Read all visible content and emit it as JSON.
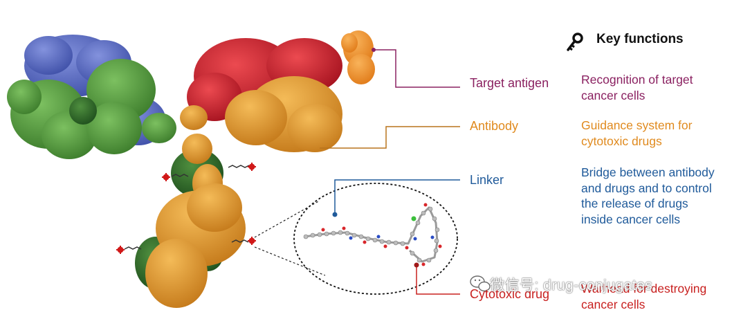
{
  "colors": {
    "target": "#8a2060",
    "antibody": "#e08a1e",
    "linker": "#1f5a9a",
    "drug": "#c8201f",
    "protein_blue": "#5a6ec6",
    "protein_green": "#4f9a3a",
    "protein_darkgreen": "#2f6b2a",
    "protein_red": "#cf2233",
    "protein_orange": "#e59a2c"
  },
  "header": {
    "icon": "key-icon",
    "title": "Key functions"
  },
  "components": [
    {
      "id": "target",
      "label": "Target antigen",
      "function_lines": [
        "Recognition of target",
        "cancer cells"
      ]
    },
    {
      "id": "antibody",
      "label": "Antibody",
      "function_lines": [
        "Guidance system for",
        "cytotoxic drugs"
      ]
    },
    {
      "id": "linker",
      "label": "Linker",
      "function_lines": [
        "Bridge between antibody",
        "and drugs and to control",
        "the release of drugs",
        "inside cancer cells"
      ]
    },
    {
      "id": "drug",
      "label": "Cytotoxic drug",
      "function_lines": [
        "Warhead for destroying",
        "cancer cells"
      ]
    }
  ],
  "watermark": {
    "icon": "wechat-icon",
    "text": "微信号: drug-conjugates"
  }
}
